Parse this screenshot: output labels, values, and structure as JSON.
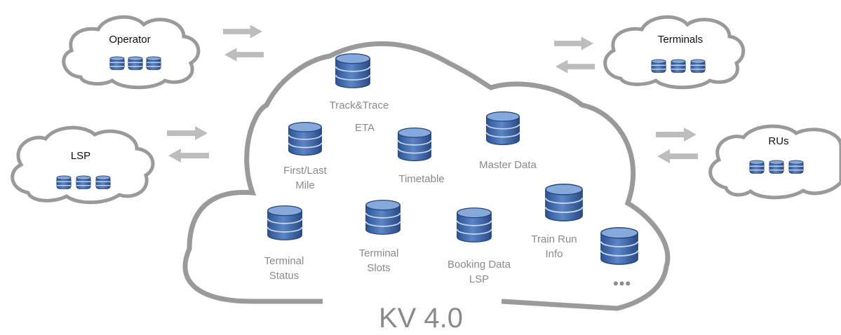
{
  "title": "KV 4.0",
  "colors": {
    "cloud_stroke": "#9a9a9a",
    "arrow_fill": "#bdbdbd",
    "db_fill": "#4f78b8",
    "db_top": "#7aa0d6",
    "db_dark": "#2f5394",
    "label_gray": "#8a8a8a"
  },
  "external_systems": [
    {
      "id": "operator",
      "label": "Operator",
      "icon": "database-stack-icon"
    },
    {
      "id": "lsp",
      "label": "LSP",
      "icon": "database-stack-icon"
    },
    {
      "id": "terminals",
      "label": "Terminals",
      "icon": "database-stack-icon"
    },
    {
      "id": "rus",
      "label": "RUs",
      "icon": "database-stack-icon"
    }
  ],
  "services": [
    {
      "id": "track-trace",
      "lines": [
        "Track&Trace"
      ]
    },
    {
      "id": "eta",
      "lines": [
        "ETA"
      ]
    },
    {
      "id": "first-last-mile",
      "lines": [
        "First/Last",
        "Mile"
      ]
    },
    {
      "id": "timetable",
      "lines": [
        "Timetable"
      ]
    },
    {
      "id": "master-data",
      "lines": [
        "Master Data"
      ]
    },
    {
      "id": "terminal-status",
      "lines": [
        "Terminal",
        "Status"
      ]
    },
    {
      "id": "terminal-slots",
      "lines": [
        "Terminal",
        "Slots"
      ]
    },
    {
      "id": "booking-data-lsp",
      "lines": [
        "Booking Data",
        "LSP"
      ]
    },
    {
      "id": "train-run-info",
      "lines": [
        "Train Run",
        "Info"
      ]
    },
    {
      "id": "more",
      "lines": []
    }
  ],
  "ellipsis": "•••"
}
